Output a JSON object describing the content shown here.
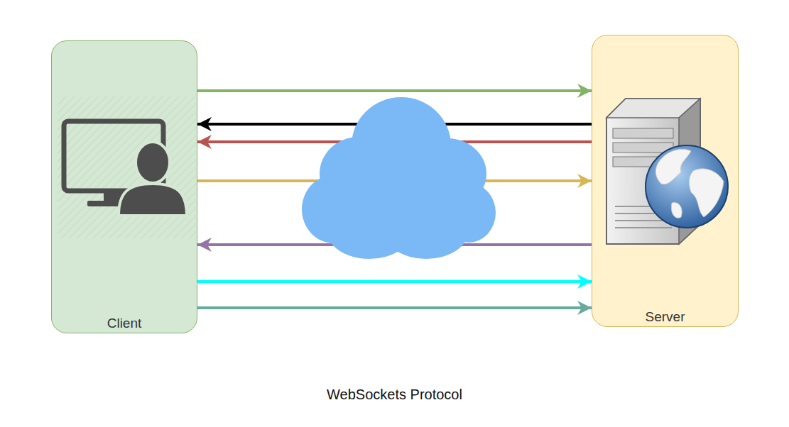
{
  "diagram": {
    "caption": "WebSockets Protocol",
    "nodes": [
      {
        "text": [
          "Client"
        ]
      },
      {
        "text": [
          "Server"
        ]
      }
    ],
    "edges": [
      {
        "from": 0,
        "to": 1,
        "arrow": "to"
      },
      {
        "from": 1,
        "to": 0,
        "arrow": "to"
      },
      {
        "from": 1,
        "to": 0,
        "arrow": "to"
      },
      {
        "from": 0,
        "to": 1,
        "arrow": "to"
      },
      {
        "from": 1,
        "to": 0,
        "arrow": "to"
      },
      {
        "from": 0,
        "to": 1,
        "arrow": "to"
      },
      {
        "from": 0,
        "to": 1,
        "arrow": "to"
      }
    ]
  }
}
